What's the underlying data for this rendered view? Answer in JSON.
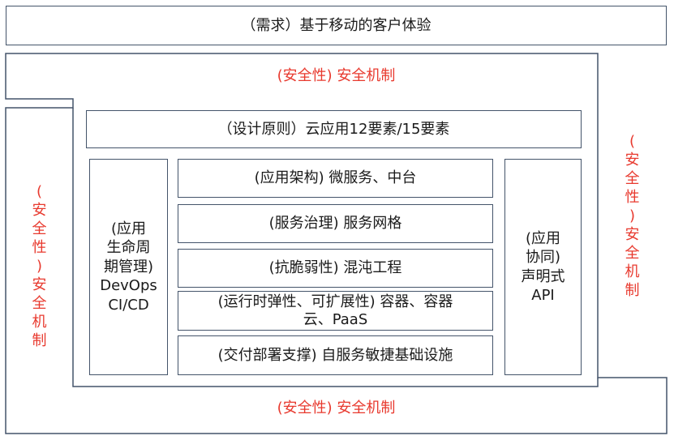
{
  "top": {
    "text": "（需求）基于移动的客户体验"
  },
  "security": {
    "top": "(安全性) 安全机制",
    "bottom": "(安全性) 安全机制",
    "left": "(\n安\n全\n性\n)\n安\n全\n机\n制",
    "right": "(\n安\n全\n性\n)\n安\n全\n机\n制"
  },
  "design": {
    "text": "（设计原则）云应用12要素/15要素"
  },
  "lifecycle": {
    "text": "(应用\n生命周\n期管理)\nDevOps\nCI/CD"
  },
  "collab": {
    "text": "(应用\n协同)\n声明式\nAPI"
  },
  "stack": [
    {
      "text": "(应用架构) 微服务、中台"
    },
    {
      "text": "(服务治理) 服务网格"
    },
    {
      "text": "(抗脆弱性) 混沌工程"
    },
    {
      "text": "(运行时弹性、可扩展性) 容器、容器\n云、PaaS"
    },
    {
      "text": "(交付部署支撑) 自服务敏捷基础设施"
    }
  ],
  "colors": {
    "border": "#44546a",
    "accent": "#e8392e",
    "text": "#1a1a1a"
  }
}
